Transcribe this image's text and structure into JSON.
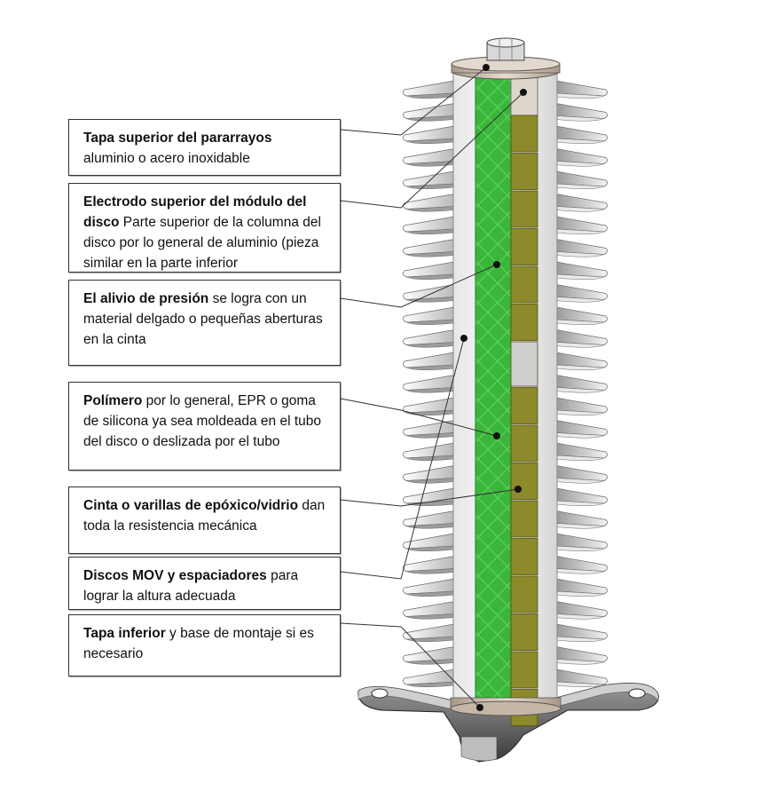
{
  "callouts": [
    {
      "id": "tapa-superior",
      "bold": "Tapa superior del pararrayos",
      "text": "aluminio o acero inoxidable"
    },
    {
      "id": "electrodo-superior",
      "bold": "Electrodo superior del módulo del disco",
      "text": " Parte superior de la columna del disco por lo general de aluminio (pieza similar en la parte inferior"
    },
    {
      "id": "alivio-presion",
      "bold": "El alivio de presión",
      "text": " se logra con un material delgado o pequeñas aberturas en la cinta"
    },
    {
      "id": "polimero",
      "bold": "Polímero",
      "text": " por lo general, EPR o goma de silicona ya sea moldeada en el tubo del disco o deslizada por el tubo"
    },
    {
      "id": "cinta-varillas",
      "bold": "Cinta o varillas de epóxico/vidrio",
      "text": " dan toda la resistencia mecánica"
    },
    {
      "id": "discos-mov",
      "bold": "Discos MOV y espaciadores",
      "text": " para lograr la altura adecuada"
    },
    {
      "id": "tapa-inferior",
      "bold": "Tapa inferior",
      "text": " y base de montaje si es necesario"
    }
  ],
  "colors": {
    "shed_light": "#f2f2f2",
    "shed_dark": "#a8a8a8",
    "fiberglass": "#3ab63a",
    "mov_disc": "#8c8a2a",
    "spacer": "#cfcfcf",
    "metal": "#c9b9a9"
  }
}
